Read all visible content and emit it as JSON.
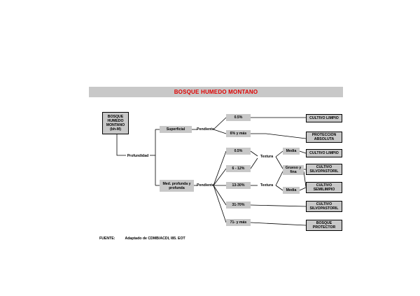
{
  "title": "BOSQUE HUMEDO MONTANO",
  "root": "BOSQUE HUMEDO MONTANO (bh-M)",
  "profundidad": "Profundidad",
  "superficial": "Superficial",
  "med_profunda": "Med. profunda y profunda",
  "pendiente_1": "Pendiente",
  "pendiente_2": "Pendiente",
  "slopes_sup": [
    "0.5%",
    "6% y más"
  ],
  "slopes_prof": [
    "0.5%",
    "6 - 12%",
    "13-30%",
    "31-70%",
    "71- y más"
  ],
  "textura_1": "Textura",
  "textura_2": "Textura",
  "media_1": "Media",
  "grueso_fina": "Grueso y fina",
  "media_2": "Media",
  "results": {
    "cultivo_limpio_1": "CULTIVO LIMPIO",
    "proteccion_absoluta": "PROTECCION ABSOLUTA",
    "cultivo_limpio_2": "CULTIVO LIMPIO",
    "cultivo_silvopastoril_1": "CULTIVO SILVOPASTORIL",
    "cultivo_semilimpio": "CULTIVO SEMILIMPIO",
    "cultivo_silvopastoril_2": "CULTIVO SILVOPASTORIL",
    "bosque_protector": "BOSQUE PROTECTOR"
  },
  "source": {
    "label": "FUENTE:",
    "text": "Adaptado de CDMB/ACDI, l85. EOT"
  }
}
